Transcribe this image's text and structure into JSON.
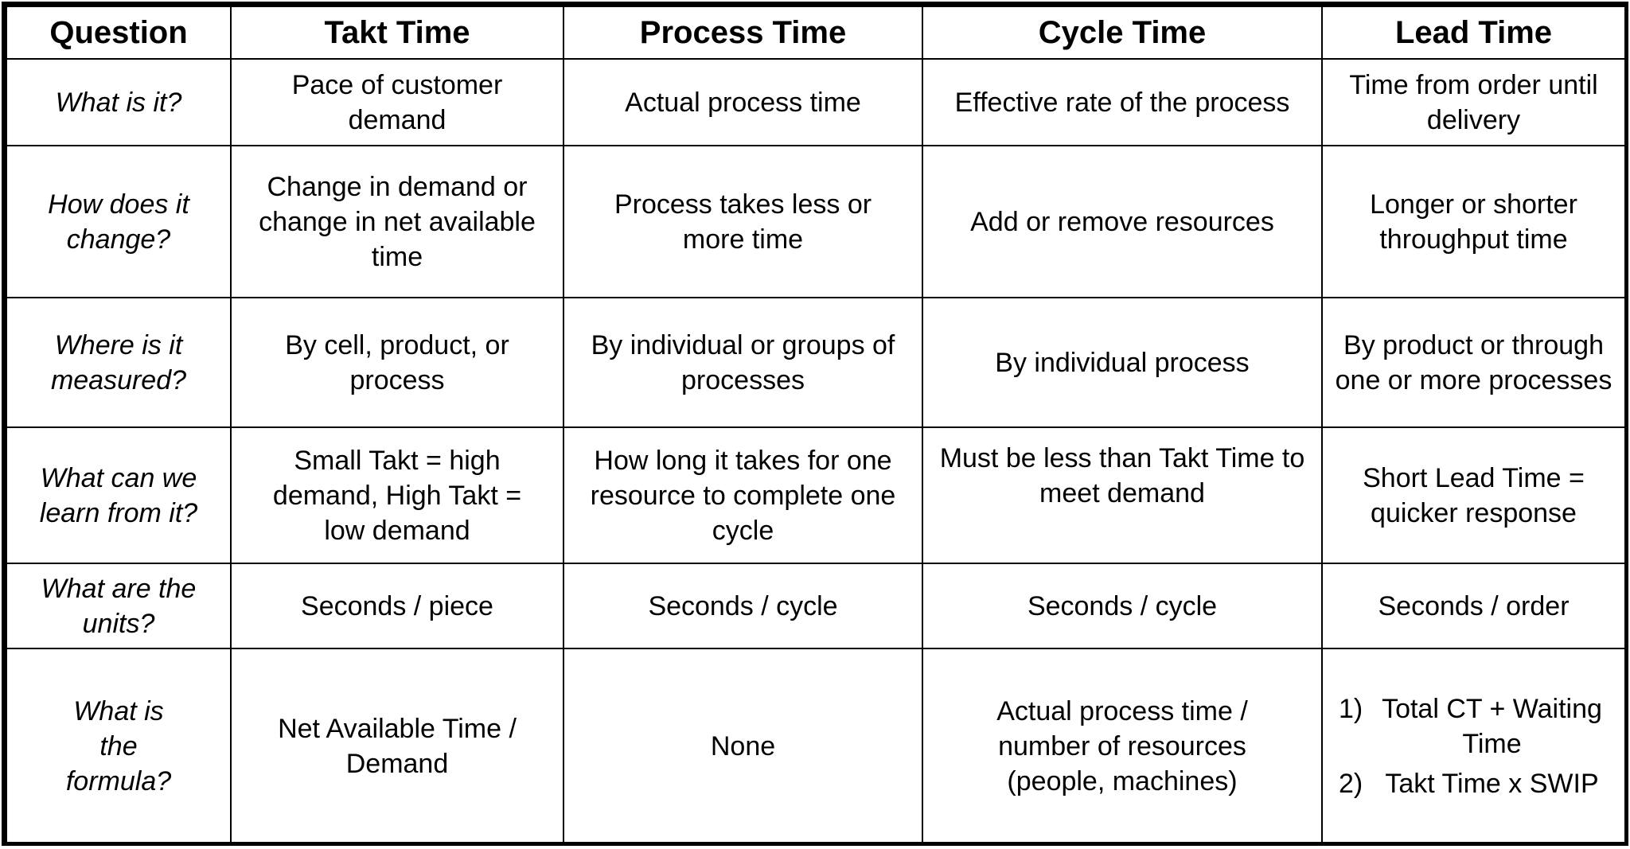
{
  "header": {
    "question": "Question",
    "takt": "Takt Time",
    "process": "Process Time",
    "cycle": "Cycle Time",
    "lead": "Lead Time"
  },
  "rows": [
    {
      "question": "What is it?",
      "takt": "Pace of customer demand",
      "process": "Actual process time",
      "cycle": "Effective rate of the process",
      "lead": "Time from order until delivery"
    },
    {
      "question": "How does it change?",
      "takt": "Change in demand or change in net available time",
      "process": "Process takes less or more time",
      "cycle": "Add or remove resources",
      "lead": "Longer or shorter throughput time"
    },
    {
      "question": "Where is it measured?",
      "takt": "By cell, product, or process",
      "process": "By individual or groups of processes",
      "cycle": "By individual process",
      "lead": "By product or through one or more processes"
    },
    {
      "question": "What can we learn from it?",
      "takt": "Small Takt = high demand, High Takt = low demand",
      "process": "How long it takes for one resource to complete one cycle",
      "cycle": "Must be less than Takt Time to meet demand",
      "lead": "Short Lead Time = quicker response"
    },
    {
      "question": "What are the units?",
      "takt": "Seconds / piece",
      "process": "Seconds / cycle",
      "cycle": "Seconds / cycle",
      "lead": "Seconds / order"
    },
    {
      "question": "What is the formula?",
      "takt": "Net Available Time / Demand",
      "process": "None",
      "cycle": "Actual process time / number of resources (people, machines)",
      "lead_items": [
        "Total CT + Waiting Time",
        "Takt Time x SWIP"
      ]
    }
  ]
}
